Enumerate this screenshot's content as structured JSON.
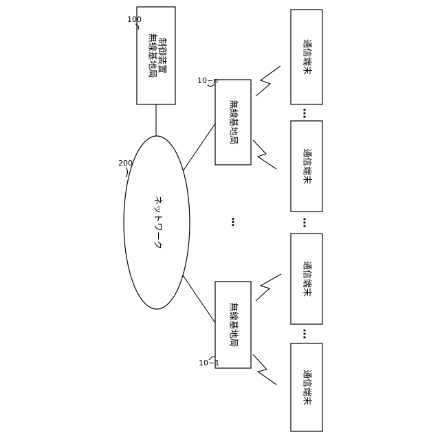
{
  "controller": {
    "line1": "無線基地局",
    "line2": "制御装置",
    "ref": "100"
  },
  "network": {
    "label": "ネットワーク",
    "ref": "200"
  },
  "base_station_n": {
    "label": "無線基地局",
    "ref": "10−n"
  },
  "base_station_1": {
    "label": "無線基地局",
    "ref": "10−1"
  },
  "terminal_label": "通信端末",
  "ellipsis": "…",
  "vertical_ellipsis": "⋮"
}
